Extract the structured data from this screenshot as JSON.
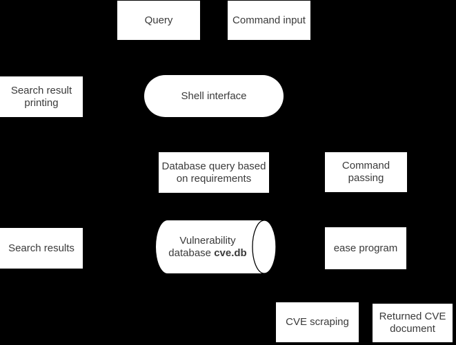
{
  "diagram": {
    "background_color": "#000000",
    "node_fill_color": "#ffffff",
    "text_color": "#3a3a3a",
    "stroke_color": "#000000",
    "nodes": {
      "query": {
        "shape": "rectangle",
        "label": "Query"
      },
      "command_input": {
        "shape": "rectangle",
        "label": "Command input"
      },
      "search_result_printing": {
        "shape": "rectangle",
        "label": "Search result printing",
        "lines": [
          "Search result",
          "printing"
        ]
      },
      "shell_interface": {
        "shape": "terminator",
        "label": "Shell interface"
      },
      "database_query": {
        "shape": "rectangle",
        "label": "Database query based on requirements",
        "lines": [
          "Database query based",
          "on requirements"
        ]
      },
      "command_passing": {
        "shape": "rectangle",
        "label": "Command passing"
      },
      "search_results": {
        "shape": "rectangle",
        "label": "Search results"
      },
      "vulnerability_database": {
        "shape": "cylinder",
        "label": "Vulnerability database cve.db",
        "line1": "Vulnerability",
        "line2_text": "database",
        "line2_filename": "cve.db"
      },
      "ease_program": {
        "shape": "rectangle",
        "label": "ease program"
      },
      "cve_scraping": {
        "shape": "rectangle",
        "label": "CVE scraping"
      },
      "returned_cve_document": {
        "shape": "rectangle",
        "label": "Returned CVE document",
        "lines": [
          "Returned CVE",
          "document"
        ]
      }
    }
  }
}
